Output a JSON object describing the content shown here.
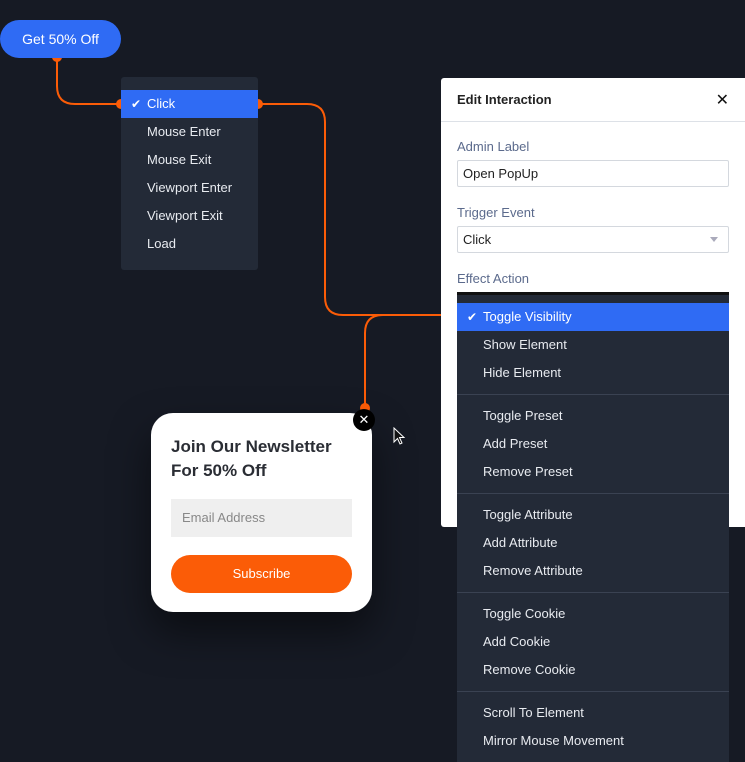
{
  "cta_button": "Get 50% Off",
  "trigger_menu": {
    "items": [
      "Click",
      "Mouse Enter",
      "Mouse Exit",
      "Viewport Enter",
      "Viewport Exit",
      "Load"
    ],
    "selected": "Click"
  },
  "panel": {
    "title": "Edit Interaction",
    "admin_label": "Admin Label",
    "admin_value": "Open PopUp",
    "trigger_label": "Trigger Event",
    "trigger_value": "Click",
    "effect_label": "Effect Action"
  },
  "effect_menu": {
    "selected": "Toggle Visibility",
    "groups": [
      [
        "Toggle Visibility",
        "Show Element",
        "Hide Element"
      ],
      [
        "Toggle Preset",
        "Add Preset",
        "Remove Preset"
      ],
      [
        "Toggle Attribute",
        "Add Attribute",
        "Remove Attribute"
      ],
      [
        "Toggle Cookie",
        "Add Cookie",
        "Remove Cookie"
      ],
      [
        "Scroll To Element",
        "Mirror Mouse Movement"
      ]
    ]
  },
  "popup": {
    "title": "Join Our Newsletter For 50% Off",
    "email_placeholder": "Email Address",
    "subscribe": "Subscribe"
  },
  "colors": {
    "accent": "#2f6bf4",
    "connector": "#fb5c07",
    "background": "#161a24",
    "menu": "#232a37"
  }
}
